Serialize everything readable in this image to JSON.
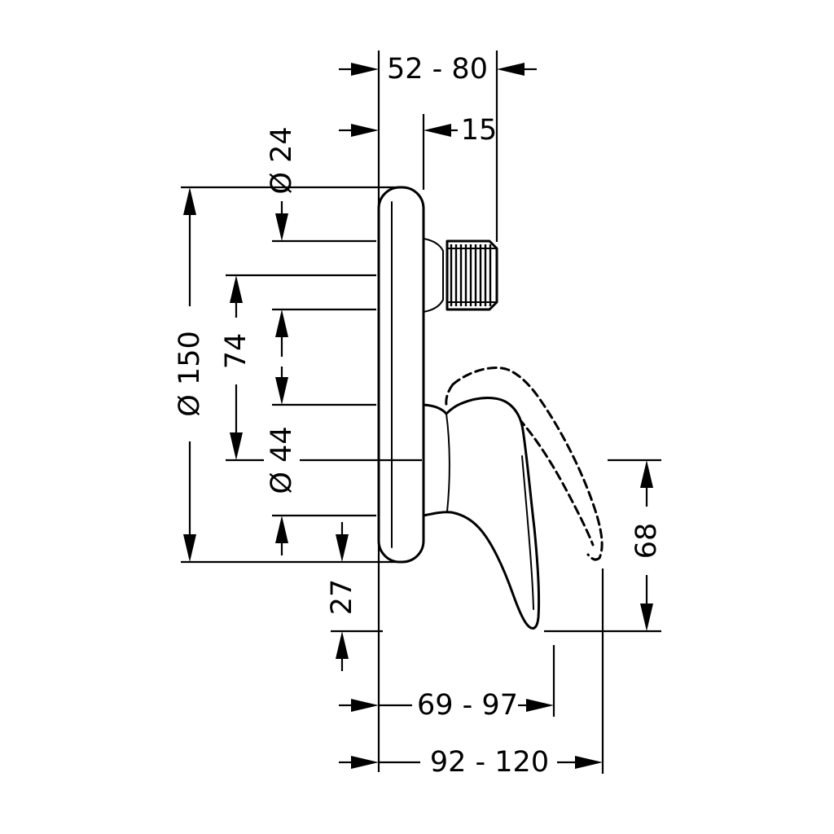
{
  "drawing": {
    "type": "technical-dimension-drawing",
    "subject": "concealed single-lever bath mixer, side view",
    "colors": {
      "background": "#ffffff",
      "line": "#000000"
    },
    "dimensions": {
      "installation_depth_range": "52 - 80",
      "plate_offset": "15",
      "stem_diameter": "Ø 24",
      "escutcheon_diameter": "Ø 150",
      "axis_distance": "74",
      "hub_diameter": "Ø 44",
      "plate_to_lever_tip": "27",
      "lever_drop": "68",
      "lever_reach_min": "69 - 97",
      "lever_reach_max": "92 - 120"
    }
  }
}
